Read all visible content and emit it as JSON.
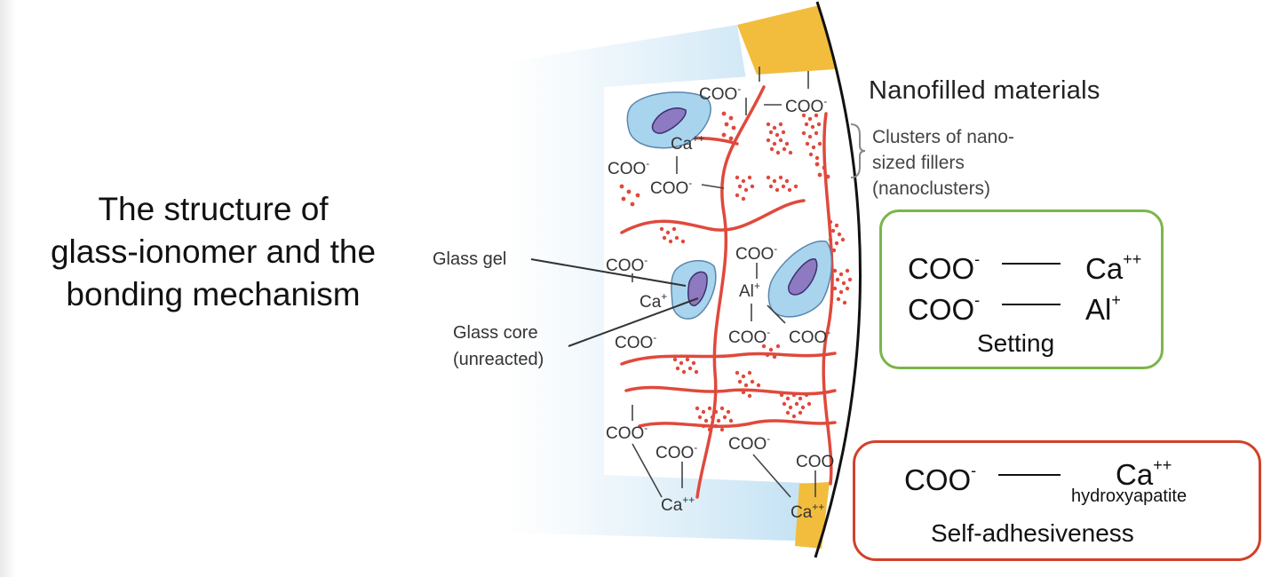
{
  "title": {
    "lines": [
      "The structure of",
      "glass-ionomer and the",
      "bonding mechanism"
    ]
  },
  "labels": {
    "glass_gel": "Glass gel",
    "glass_core_line1": "Glass core",
    "glass_core_line2": "(unreacted)"
  },
  "nanofilled": {
    "title": "Nanofilled  materials",
    "desc": [
      "Clusters of nano-",
      "sized fillers",
      "(nanoclusters)"
    ]
  },
  "diagram_text": {
    "coo": "COO",
    "ca": "Ca",
    "al": "Al",
    "minus": "-",
    "plus": "+",
    "plusplus": "++"
  },
  "setting": {
    "row1_left": "COO",
    "row1_left_sup": "-",
    "row1_right": "Ca",
    "row1_right_sup": "++",
    "row2_left": "COO",
    "row2_left_sup": "-",
    "row2_right": "Al",
    "row2_right_sup": "+",
    "caption": "Setting"
  },
  "adhesion": {
    "left": "COO",
    "left_sup": "-",
    "right": "Ca",
    "right_sup": "++",
    "right_sub": "hydroxyapatite",
    "caption": "Self-adhesiveness"
  },
  "colors": {
    "polymer_chain": "#e0493c",
    "cluster_dots": "#e0493c",
    "glass_gel": "#a9d4ee",
    "glass_core": "#8e7ac0",
    "enamel": "#f2bd3c",
    "tooth_blue": "#cfe6f5",
    "setting_border": "#7bb54a",
    "adhesion_border": "#d1412a"
  }
}
